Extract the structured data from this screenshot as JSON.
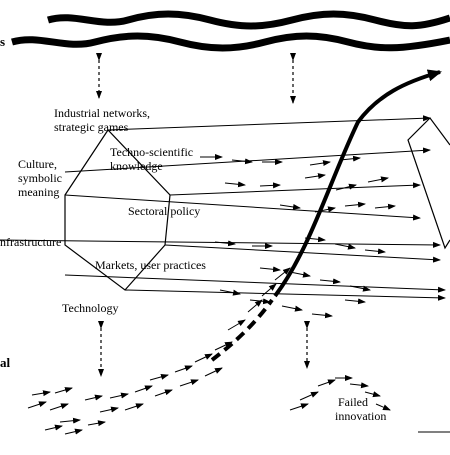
{
  "labels": {
    "landscape_fragment": "s",
    "industrial_networks": [
      "Industrial networks,",
      "strategic games"
    ],
    "culture": [
      "Culture,",
      "symbolic",
      "meaning"
    ],
    "techno_scientific": [
      "Techno-scientific",
      "knowledge"
    ],
    "sectoral_policy": "Sectoral policy",
    "infrastructure": "nfrastructure",
    "markets": "Markets, user practices",
    "technology": "Technology",
    "niche_fragment": "al",
    "failed_innovation": [
      "Failed",
      "innovation"
    ]
  },
  "colors": {
    "ink": "#000000",
    "background": "#ffffff"
  }
}
